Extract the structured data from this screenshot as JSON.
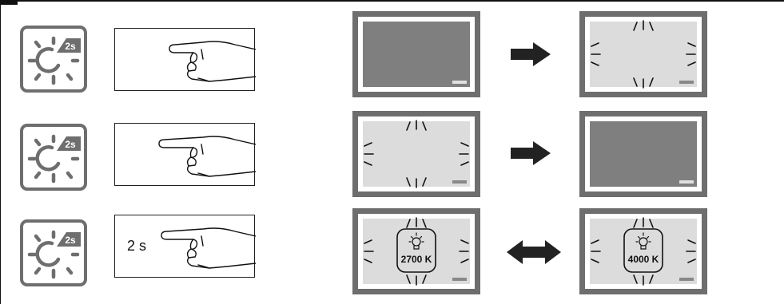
{
  "steps": [
    {
      "touch": "tap",
      "duration_label": "",
      "from": {
        "state": "off"
      },
      "to": {
        "state": "on"
      },
      "arrow": "right"
    },
    {
      "touch": "tap",
      "duration_label": "",
      "from": {
        "state": "on"
      },
      "to": {
        "state": "off"
      },
      "arrow": "right"
    },
    {
      "touch": "hold",
      "duration_label": "2 s",
      "from": {
        "state": "on",
        "color_temp": "2700 K"
      },
      "to": {
        "state": "on",
        "color_temp": "4000 K"
      },
      "arrow": "both"
    }
  ],
  "icons": {
    "switch": "light-switch-2s-icon",
    "hand": "pointing-hand-icon",
    "bulb": "bulb-icon",
    "transition": "arrow-icon"
  },
  "colors": {
    "line": "#111111",
    "panel_frame": "#6e6e6e",
    "screen_off": "#7f7f7f",
    "screen_on": "#dcdcdc"
  }
}
